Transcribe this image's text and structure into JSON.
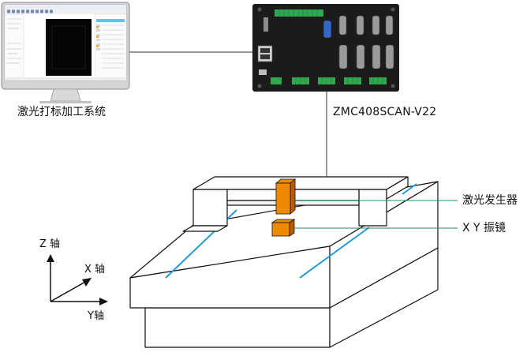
{
  "labels": {
    "software": "激光打标加工系统",
    "controller": "ZMC408SCAN-V22",
    "laser": "激光发生器",
    "galvo": "X Y 振镜",
    "z_axis": "Z 轴",
    "x_axis": "X 轴",
    "y_axis": "Y轴"
  },
  "colors": {
    "outline": "#111111",
    "orange": "#ee8a00",
    "orange_dark": "#b85e00",
    "teal_line": "#1a8f6e",
    "blue_rail": "#1e9bd7",
    "controller_body": "#1b1b1b",
    "terminal_green": "#2fa84f",
    "port_blue": "#3466c8",
    "port_gray": "#9a9a9a",
    "screen_black": "#050505",
    "monitor_silver": "#c9c9c9"
  }
}
